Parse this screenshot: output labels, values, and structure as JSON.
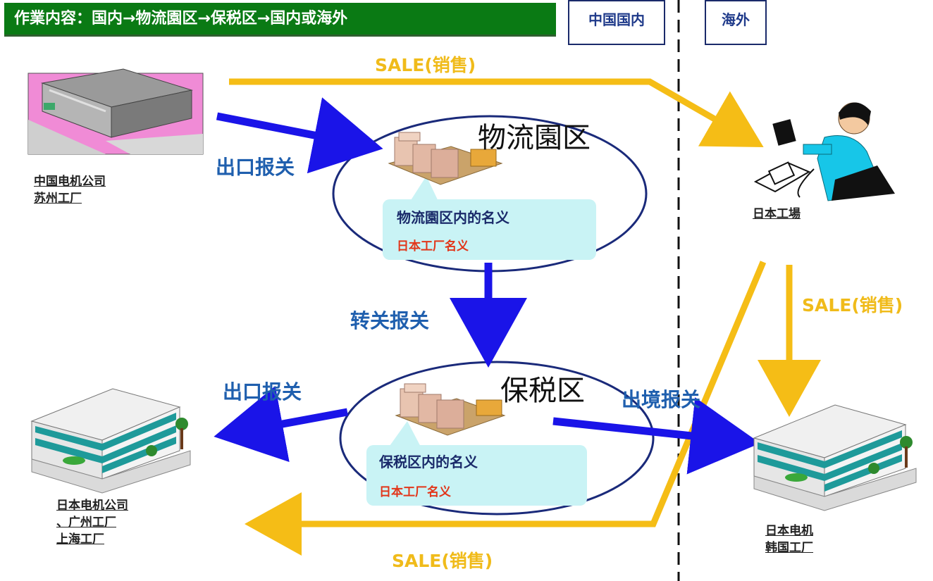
{
  "title": "作業内容：国内→物流園区→保税区→国内或海外",
  "regions": {
    "domestic": "中国国内",
    "overseas": "海外"
  },
  "nodes": {
    "suzhou": {
      "line1": "中国电机公司",
      "line2": "苏州工厂"
    },
    "japan_factory": {
      "label": "日本工場"
    },
    "jp_china": {
      "line1": "日本电机公司",
      "line2": "、广州工厂",
      "line3": "上海工厂"
    },
    "korea": {
      "line1": "日本电机",
      "line2": "韩国工厂"
    }
  },
  "zones": {
    "logistics_park": {
      "title": "物流園区",
      "name_note": "物流園区内的名义",
      "factory_note": "日本工厂名义"
    },
    "bonded_zone": {
      "title": "保税区",
      "name_note": "保税区内的名义",
      "factory_note": "日本工厂名义"
    }
  },
  "flows": {
    "export_top": "出口报关",
    "transfer": "转关报关",
    "export_bottom": "出口报关",
    "exit": "出境报关",
    "sale_top": "SALE(销售)",
    "sale_right": "SALE(销售)",
    "sale_bottom": "SALE(销售)"
  },
  "colors": {
    "header_green": "#0a7a14",
    "flow_blue": "#1a14e8",
    "sale_yellow": "#f5bd16",
    "label_blue": "#1f5fae",
    "note_red": "#e2361a"
  },
  "icons": [
    "warehouse-icon",
    "pallet-boxes-icon",
    "businessman-phone-icon",
    "office-building-icon"
  ]
}
